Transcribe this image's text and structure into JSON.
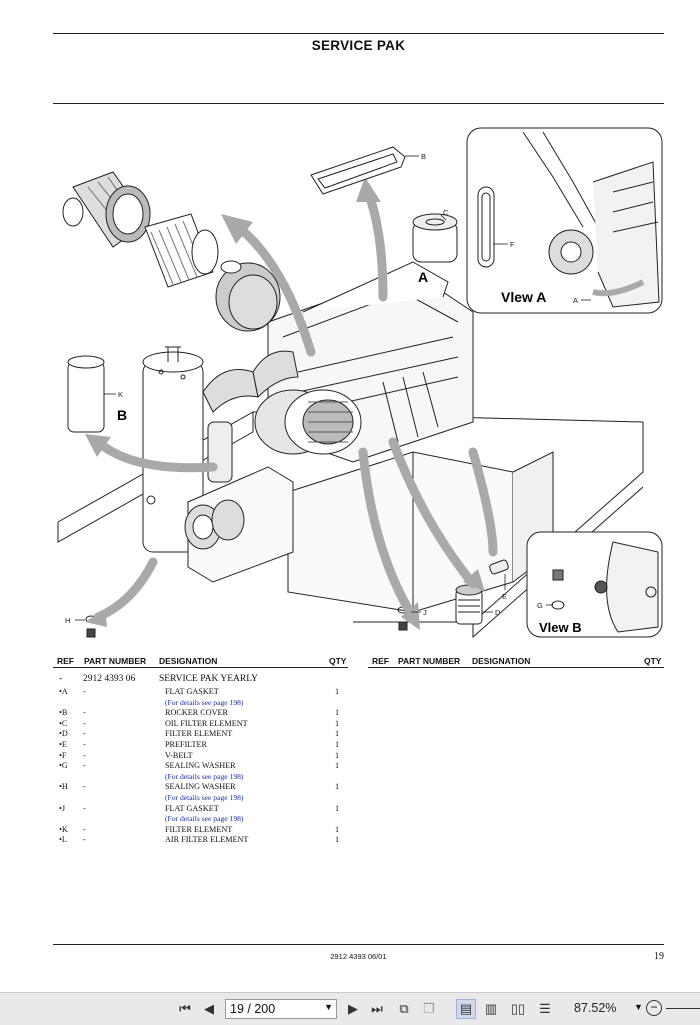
{
  "header": {
    "title": "SERVICE PAK"
  },
  "illustration": {
    "callouts": {
      "a": "A",
      "b": "B",
      "c": "C",
      "d": "D",
      "e": "E",
      "f": "F",
      "g": "G",
      "h": "H",
      "j": "J",
      "k": "K"
    },
    "big_a": "A",
    "big_b": "B",
    "view_a": "Vlew A",
    "view_b": "Vlew B"
  },
  "table": {
    "headers": {
      "ref": "REF",
      "part_number": "PART NUMBER",
      "designation": "DESIGNATION",
      "qty": "QTY"
    },
    "rows": [
      {
        "ref": "-",
        "pn": "2912 4393 06",
        "des": "SERVICE PAK YEARLY",
        "qty": "",
        "kind": "main"
      },
      {
        "ref": "•A",
        "pn": "-",
        "des": "FLAT GASKET",
        "qty": "1",
        "kind": "item"
      },
      {
        "ref": "",
        "pn": "",
        "des": "(For details see page 198)",
        "qty": "",
        "kind": "note"
      },
      {
        "ref": "•B",
        "pn": "-",
        "des": "ROCKER COVER",
        "qty": "1",
        "kind": "item"
      },
      {
        "ref": "•C",
        "pn": "-",
        "des": "OIL FILTER ELEMENT",
        "qty": "1",
        "kind": "item"
      },
      {
        "ref": "•D",
        "pn": "-",
        "des": "FILTER ELEMENT",
        "qty": "1",
        "kind": "item"
      },
      {
        "ref": "•E",
        "pn": "-",
        "des": "PREFILTER",
        "qty": "1",
        "kind": "item"
      },
      {
        "ref": "•F",
        "pn": "-",
        "des": "V-BELT",
        "qty": "1",
        "kind": "item"
      },
      {
        "ref": "•G",
        "pn": "-",
        "des": "SEALING WASHER",
        "qty": "1",
        "kind": "item"
      },
      {
        "ref": "",
        "pn": "",
        "des": "(For details see page 198)",
        "qty": "",
        "kind": "note"
      },
      {
        "ref": "•H",
        "pn": "-",
        "des": "SEALING WASHER",
        "qty": "1",
        "kind": "item"
      },
      {
        "ref": "",
        "pn": "",
        "des": "(For details see page 198)",
        "qty": "",
        "kind": "note"
      },
      {
        "ref": "•J",
        "pn": "-",
        "des": "FLAT GASKET",
        "qty": "1",
        "kind": "item"
      },
      {
        "ref": "",
        "pn": "",
        "des": "(For details see page 198)",
        "qty": "",
        "kind": "note"
      },
      {
        "ref": "•K",
        "pn": "-",
        "des": "FILTER ELEMENT",
        "qty": "1",
        "kind": "item"
      },
      {
        "ref": "•L",
        "pn": "-",
        "des": "AIR FILTER ELEMENT",
        "qty": "1",
        "kind": "item"
      }
    ]
  },
  "footer": {
    "doc_code": "2912 4393 06/01",
    "page_number": "19"
  },
  "toolbar": {
    "page_indicator": "19 / 200",
    "zoom": "87.52%",
    "icons": [
      "first-page-icon",
      "prev-page-icon",
      "next-page-icon",
      "last-page-icon",
      "rotate-icon",
      "copy-icon",
      "single-page-icon",
      "continuous-icon",
      "two-page-icon",
      "two-page-continuous-icon",
      "zoom-out-icon"
    ]
  }
}
